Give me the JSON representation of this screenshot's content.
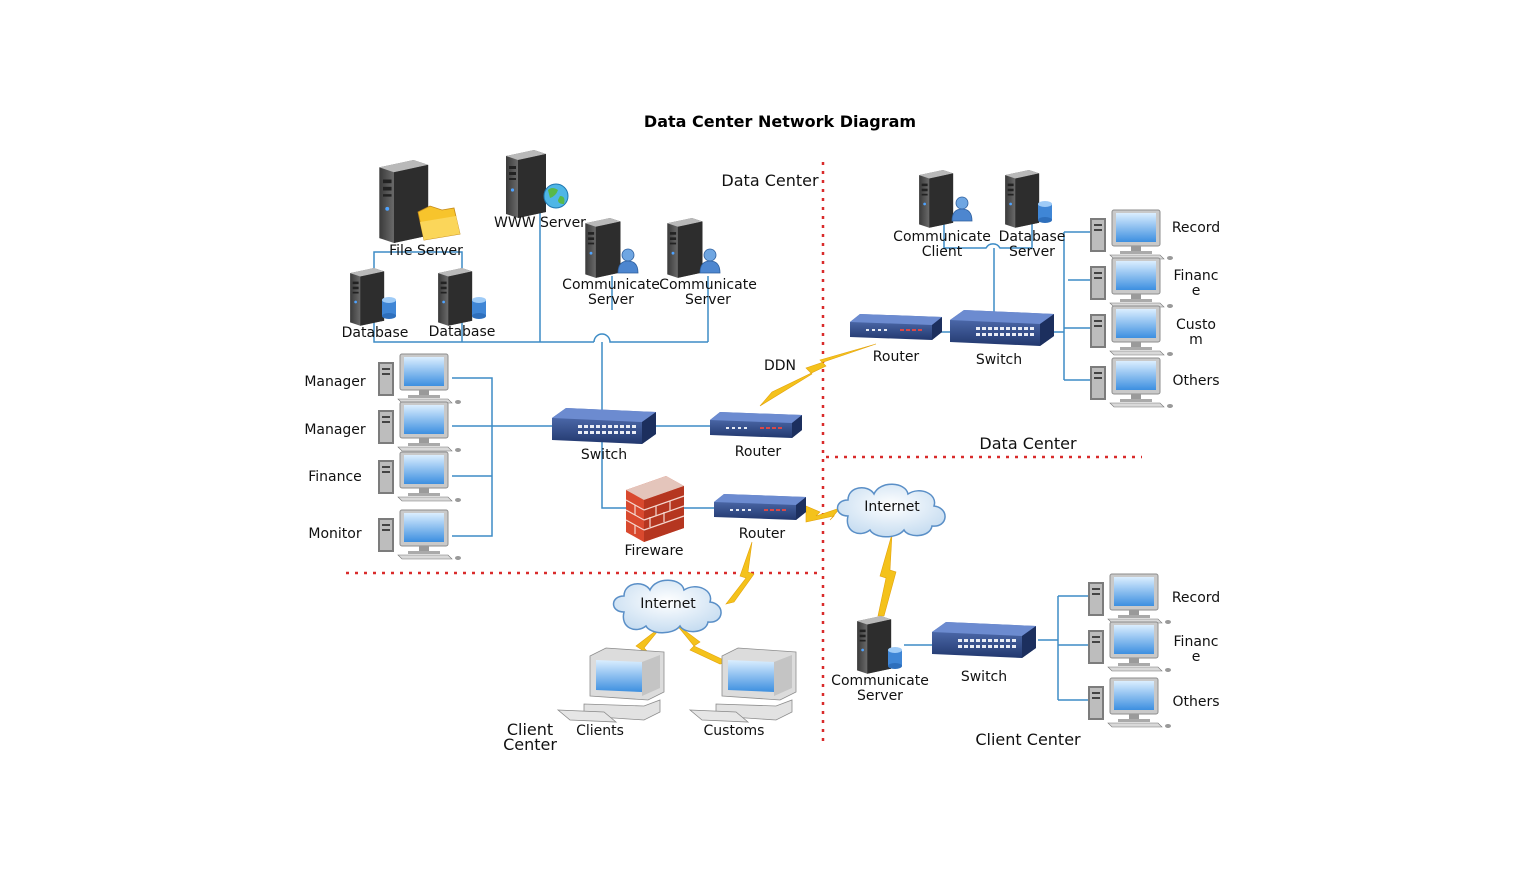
{
  "title": "Data Center Network Diagram",
  "zones": {
    "data_center_top": "Data Center",
    "data_center_right": "Data Center",
    "client_center_left": "Client\nCenter",
    "client_center_right": "Client Center"
  },
  "labels": {
    "file_server": "File Server",
    "www_server": "WWW Server",
    "database_1": "Database",
    "database_2": "Database",
    "comm_server_1": "Communicate\nServer",
    "comm_server_2": "Communicate\nServer",
    "manager_1": "Manager",
    "manager_2": "Manager",
    "finance_left": "Finance",
    "monitor": "Monitor",
    "switch_left": "Switch",
    "router_left": "Router",
    "router_left_lower": "Router",
    "fireware": "Fireware",
    "ddn": "DDN",
    "internet_left": "Internet",
    "internet_right": "Internet",
    "clients": "Clients",
    "customs": "Customs",
    "comm_client": "Communicate\nClient",
    "database_server": "Database\nServer",
    "router_right": "Router",
    "switch_right_top": "Switch",
    "record_top": "Record",
    "finance_top": "Financ\ne",
    "custom_top": "Custo\nm",
    "others_top": "Others",
    "comm_server_right": "Communicate\nServer",
    "switch_right_bottom": "Switch",
    "record_bottom": "Record",
    "finance_bottom": "Financ\ne",
    "others_bottom": "Others"
  },
  "colors": {
    "link": "#3d8cc6",
    "separator": "#d92b2b",
    "lightning": "#f4c21b",
    "device_blue": "#2f4f8f"
  }
}
